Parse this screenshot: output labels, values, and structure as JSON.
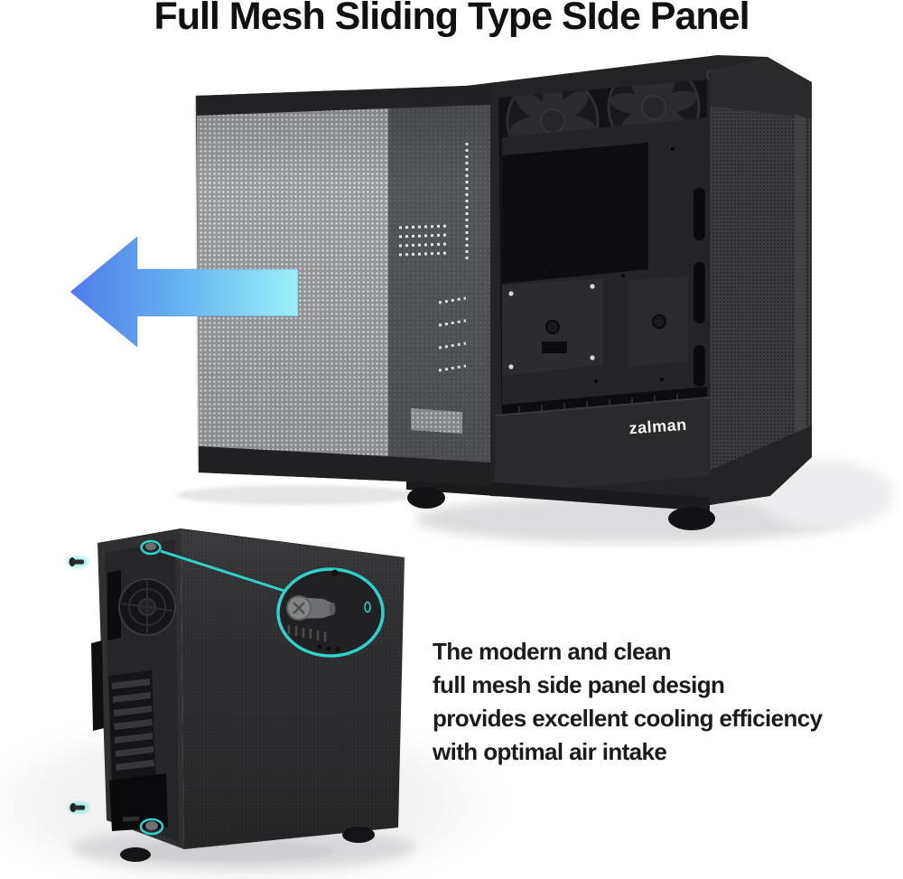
{
  "title": {
    "text": "Full Mesh Sliding Type SIde Panel",
    "color": "#111111"
  },
  "hero": {
    "brand_logo": "zalman",
    "slide_arrow": {
      "icon": "arrow-left-icon",
      "gradient_from": "#9deff9",
      "gradient_to": "#4f7ce9"
    },
    "case_color": "#232325",
    "mesh_light_color": "#97999b",
    "mesh_dark_color": "#515355"
  },
  "detail": {
    "accent_color": "#2ed3c9",
    "callout_icon": "zoom-circle-icon",
    "highlight_icons": [
      "thumbscrew-highlight-top",
      "thumbscrew-highlight-bottom"
    ]
  },
  "description": {
    "color": "#1b1b1b",
    "lines": [
      "The modern and clean",
      "full mesh side panel design",
      "provides excellent cooling efficiency",
      "with optimal air intake"
    ]
  }
}
